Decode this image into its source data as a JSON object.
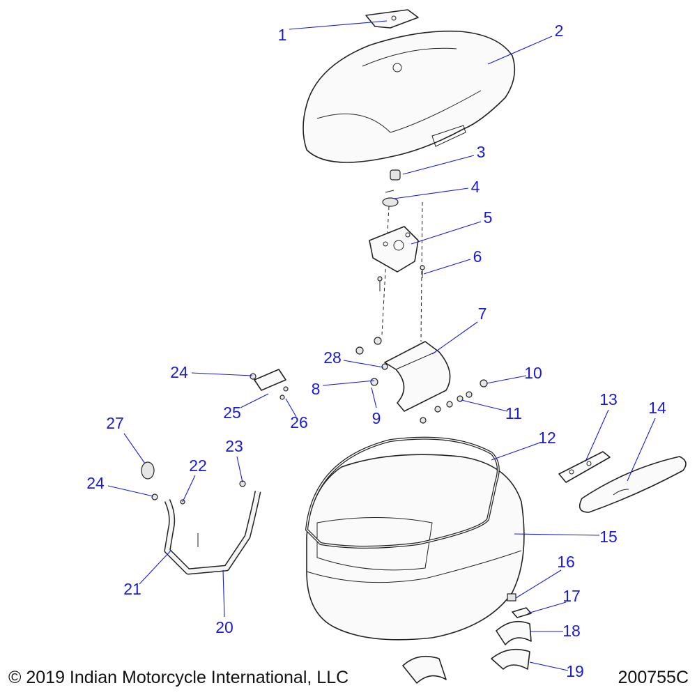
{
  "callouts": [
    "1",
    "2",
    "3",
    "4",
    "5",
    "6",
    "7",
    "8",
    "9",
    "10",
    "11",
    "12",
    "13",
    "14",
    "15",
    "16",
    "17",
    "18",
    "19",
    "20",
    "21",
    "22",
    "23",
    "24",
    "25",
    "26",
    "27",
    "24",
    "28"
  ],
  "footer": {
    "copyright": "© 2019 Indian Motorcycle International, LLC",
    "diagram_id": "200755C"
  },
  "colors": {
    "callout": "#1a1ad6",
    "line_art": "#222222"
  }
}
